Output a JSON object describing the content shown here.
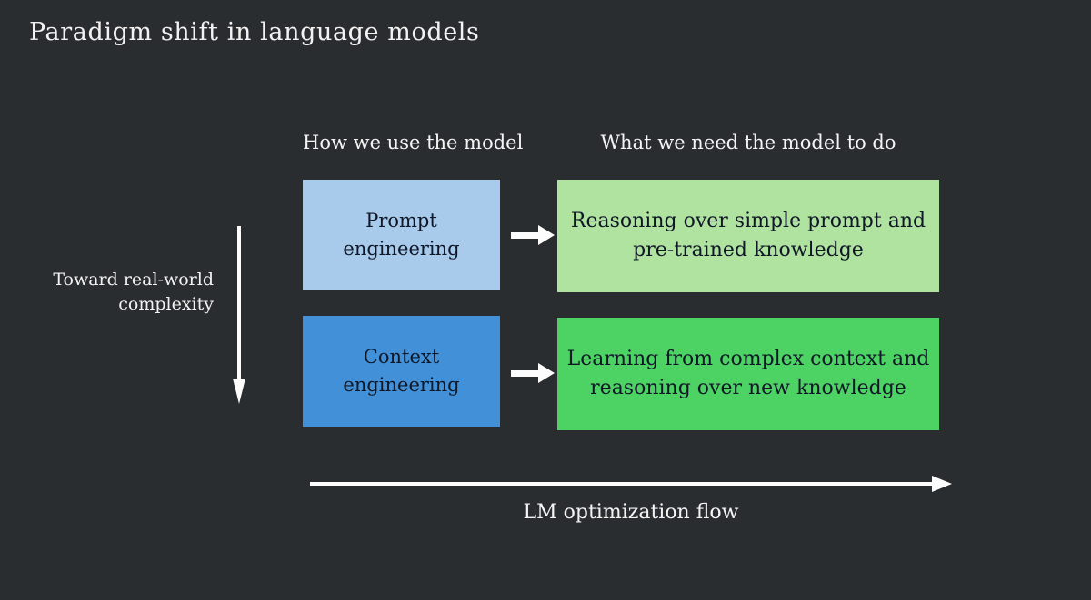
{
  "slide": {
    "title": "Paradigm shift in language models",
    "background_color": "#2a2d2f",
    "text_color": "#f2f2f2"
  },
  "columns": {
    "left_header": "How we use the model",
    "right_header": "What we need the model to do"
  },
  "vertical_axis": {
    "label_line1": "Toward real-world",
    "label_line2": "complexity",
    "arrow_direction": "down"
  },
  "rows": [
    {
      "method": {
        "line1": "Prompt",
        "line2": "engineering",
        "color": "#a8caeb"
      },
      "requirement": {
        "line1": "Reasoning over simple prompt and",
        "line2": "pre-trained knowledge",
        "color": "#b0e3a0"
      },
      "connector": "right-arrow"
    },
    {
      "method": {
        "line1": "Context",
        "line2": "engineering",
        "color": "#4291d8"
      },
      "requirement": {
        "line1": "Learning from complex context and",
        "line2": "reasoning over new knowledge",
        "color": "#4dd363"
      },
      "connector": "right-arrow"
    }
  ],
  "flow": {
    "caption": "LM optimization flow",
    "arrow_direction": "right"
  }
}
